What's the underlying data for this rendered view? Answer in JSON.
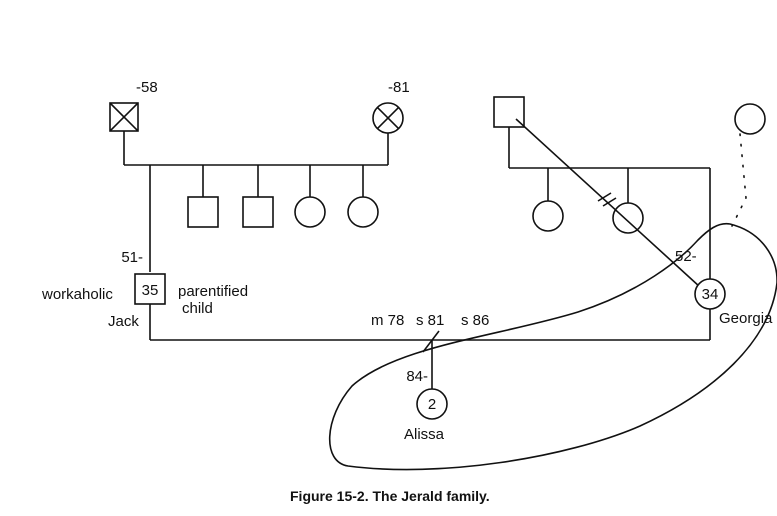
{
  "figure": {
    "caption": "Figure 15-2. The Jerald family."
  },
  "paternal_grandfather": {
    "death": "-58"
  },
  "paternal_grandmother": {
    "death": "-81"
  },
  "jack": {
    "birth": "51-",
    "age": "35",
    "name": "Jack",
    "label_left": "workaholic",
    "label_right_line1": "parentified",
    "label_right_line2": "child"
  },
  "georgia": {
    "birth": "52-",
    "age": "34",
    "name": "Georgia"
  },
  "marriage": {
    "married": "m 78",
    "separated": "s 81",
    "separated2": "s 86"
  },
  "alissa": {
    "birth": "84-",
    "age": "2",
    "name": "Alissa"
  }
}
